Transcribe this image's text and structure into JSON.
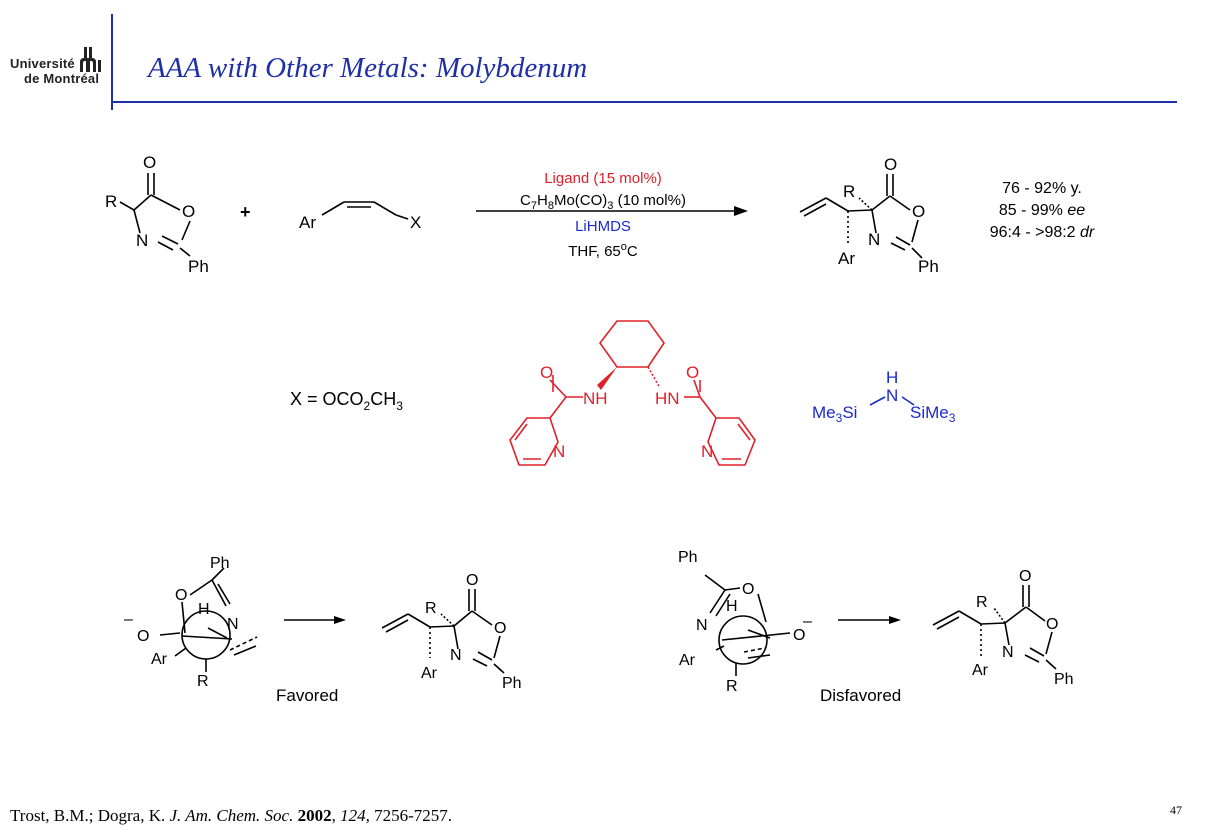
{
  "header": {
    "logo_line1": "Université",
    "logo_line2": "de Montréal",
    "title": "AAA with Other Metals: Molybdenum"
  },
  "reaction": {
    "plus": "+",
    "conditions": {
      "ligand": "Ligand (15 mol%)",
      "catalyst_prefix": "C",
      "catalyst_sub1": "7",
      "catalyst_mid1": "H",
      "catalyst_sub2": "8",
      "catalyst_mid2": "Mo(CO)",
      "catalyst_sub3": "3",
      "catalyst_suffix": " (10 mol%)",
      "base": "LiHMDS",
      "solvent_temp": "THF, 65",
      "temp_sup": "o",
      "temp_unit": "C"
    },
    "results": {
      "yield": "76 - 92% y.",
      "ee_value": "85 - 99% ",
      "ee_label": "ee",
      "dr_value": "96:4 - >98:2 ",
      "dr_label": "dr"
    }
  },
  "definitions": {
    "x_def_prefix": "X = OCO",
    "x_def_sub1": "2",
    "x_def_mid": "CH",
    "x_def_sub2": "3"
  },
  "atoms": {
    "O": "O",
    "N": "N",
    "R": "R",
    "Ph": "Ph",
    "Ar": "Ar",
    "X": "X",
    "H": "H",
    "NH": "NH",
    "HN": "HN",
    "Me": "Me",
    "sub3": "3",
    "Si": "Si",
    "SiMe": "SiMe",
    "minus": "–"
  },
  "transition_states": {
    "favored": "Favored",
    "disfavored": "Disfavored"
  },
  "citation": {
    "authors": "Trost, B.M.; Dogra, K. ",
    "journal": "J. Am. Chem. Soc.",
    "sep1": " ",
    "year": "2002",
    "sep2": ", ",
    "volume": "124",
    "pages": ", 7256-7257."
  },
  "page_number": "47",
  "colors": {
    "title_blue": "#1e2fa8",
    "ligand_red": "#e0202a",
    "base_blue": "#1a2ad0"
  },
  "icons": [
    "universite-de-montreal-logo"
  ]
}
